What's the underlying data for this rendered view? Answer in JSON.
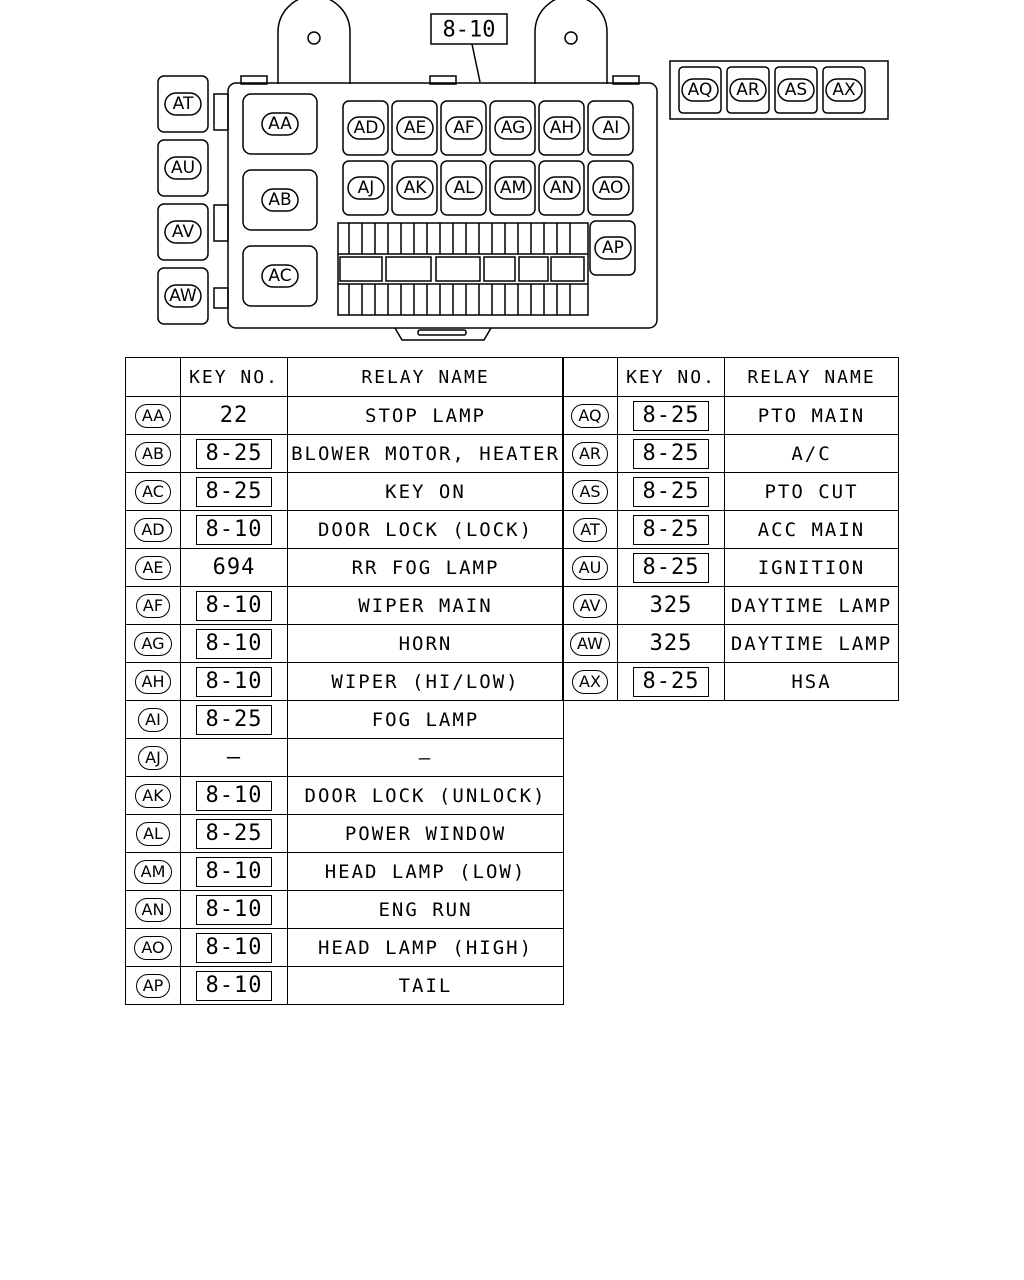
{
  "top_ref": "8-10",
  "table_headers": {
    "key_no": "KEY NO.",
    "relay_name": "RELAY NAME"
  },
  "diagram_labels": {
    "left_side": [
      "AT",
      "AU",
      "AV",
      "AW"
    ],
    "large_relays": [
      "AA",
      "AB",
      "AC"
    ],
    "row1": [
      "AD",
      "AE",
      "AF",
      "AG",
      "AH",
      "AI"
    ],
    "row2": [
      "AJ",
      "AK",
      "AL",
      "AM",
      "AN",
      "AO"
    ],
    "right_single": "AP",
    "external_box": [
      "AQ",
      "AR",
      "AS",
      "AX"
    ]
  },
  "relays_left": [
    {
      "id": "AA",
      "key": "22",
      "boxed": false,
      "name": "STOP LAMP"
    },
    {
      "id": "AB",
      "key": "8-25",
      "boxed": true,
      "name": "BLOWER MOTOR, HEATER"
    },
    {
      "id": "AC",
      "key": "8-25",
      "boxed": true,
      "name": "KEY ON"
    },
    {
      "id": "AD",
      "key": "8-10",
      "boxed": true,
      "name": "DOOR LOCK (LOCK)"
    },
    {
      "id": "AE",
      "key": "694",
      "boxed": false,
      "name": "RR FOG LAMP"
    },
    {
      "id": "AF",
      "key": "8-10",
      "boxed": true,
      "name": "WIPER MAIN"
    },
    {
      "id": "AG",
      "key": "8-10",
      "boxed": true,
      "name": "HORN"
    },
    {
      "id": "AH",
      "key": "8-10",
      "boxed": true,
      "name": "WIPER (HI/LOW)"
    },
    {
      "id": "AI",
      "key": "8-25",
      "boxed": true,
      "name": "FOG LAMP"
    },
    {
      "id": "AJ",
      "key": "—",
      "boxed": false,
      "name": "—"
    },
    {
      "id": "AK",
      "key": "8-10",
      "boxed": true,
      "name": "DOOR LOCK (UNLOCK)"
    },
    {
      "id": "AL",
      "key": "8-25",
      "boxed": true,
      "name": "POWER WINDOW"
    },
    {
      "id": "AM",
      "key": "8-10",
      "boxed": true,
      "name": "HEAD LAMP (LOW)"
    },
    {
      "id": "AN",
      "key": "8-10",
      "boxed": true,
      "name": "ENG RUN"
    },
    {
      "id": "AO",
      "key": "8-10",
      "boxed": true,
      "name": "HEAD LAMP (HIGH)"
    },
    {
      "id": "AP",
      "key": "8-10",
      "boxed": true,
      "name": "TAIL"
    }
  ],
  "relays_right": [
    {
      "id": "AQ",
      "key": "8-25",
      "boxed": true,
      "name": "PTO MAIN"
    },
    {
      "id": "AR",
      "key": "8-25",
      "boxed": true,
      "name": "A/C"
    },
    {
      "id": "AS",
      "key": "8-25",
      "boxed": true,
      "name": "PTO CUT"
    },
    {
      "id": "AT",
      "key": "8-25",
      "boxed": true,
      "name": "ACC MAIN"
    },
    {
      "id": "AU",
      "key": "8-25",
      "boxed": true,
      "name": "IGNITION"
    },
    {
      "id": "AV",
      "key": "325",
      "boxed": false,
      "name": "DAYTIME LAMP"
    },
    {
      "id": "AW",
      "key": "325",
      "boxed": false,
      "name": "DAYTIME LAMP"
    },
    {
      "id": "AX",
      "key": "8-25",
      "boxed": true,
      "name": "HSA"
    }
  ]
}
